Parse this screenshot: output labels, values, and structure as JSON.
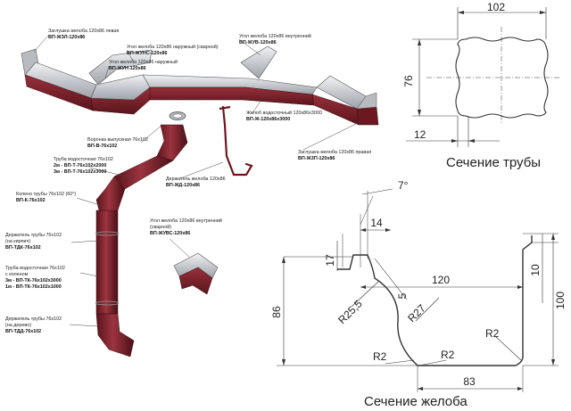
{
  "colors": {
    "gutter": "#7a1f28",
    "gutter_dark": "#4e1118",
    "metal": "#c9ccd0",
    "metal_light": "#e9ebee",
    "line": "#333333"
  },
  "labels": {
    "l01": {
      "name": "Заглушка желоба 120x86 левая",
      "code": "ВП-ЖЗЛ-120x86"
    },
    "l02": {
      "name": "Угол желоба 120x86 наружный (сварной)",
      "code": "ВП-ЖУНС-120x86"
    },
    "l03": {
      "name": "Угол желоба 120x86 наружный",
      "code": "ВП-ЖУН-120x86"
    },
    "l04": {
      "name": "Угол желоба 120x86 внутренний",
      "code": "ВП-ЖУВ-120x86"
    },
    "l05": {
      "name": "Желоб водосточный 120x86x3000",
      "code": "ВП-Ж-120x86x3000"
    },
    "l06": {
      "name": "Заглушка желоба 120x86 правая",
      "code": "ВП-ЖЗП-120x86"
    },
    "l07": {
      "name": "Воронка выпускная 76x102",
      "code": "ВП-В-76x102"
    },
    "l08": {
      "name": "Труба водосточная 76x102",
      "code1": "2м - ВП-Т-76x102x2000",
      "code2": "3м - ВП-Т-76x102x3000"
    },
    "l09": {
      "name": "Держатель желоба 120x86",
      "code": "ВП-ЖД-120x86"
    },
    "l10": {
      "name": "Колено трубы 76x102 (60°)",
      "code": "ВП-К-76x102"
    },
    "l11": {
      "name": "Угол желоба 120x86 внутренний",
      "name2": "(сварной)",
      "code": "ВП-ЖУВС-120x86"
    },
    "l12": {
      "name": "Держатель трубы 76x102",
      "name2": "(на кирпич)",
      "code": "ВП-ТДК-76x102"
    },
    "l13": {
      "name": "Труба водосточная 76x102",
      "name2": "с коленом",
      "code1": "3м - ВП-ТК-76x102x3000",
      "code2": "1м - ВП-ТК-76x102x1000"
    },
    "l14": {
      "name": "Держатель трубы 76x102",
      "name2": "(на дерево)",
      "code": "ВП-ТДД-76x102"
    }
  },
  "pipe_section": {
    "caption": "Сечение трубы",
    "width": "102",
    "height": "76",
    "wall": "12"
  },
  "gutter_section": {
    "caption": "Сечение желоба",
    "angle": "7°",
    "d14": "14",
    "d17": "17",
    "d120": "120",
    "d5": "5",
    "d10": "10",
    "d86": "86",
    "d100": "100",
    "r255": "R25,5",
    "r27": "R27",
    "r2a": "R2",
    "r2b": "R2",
    "r2c": "R2",
    "d83": "83"
  }
}
